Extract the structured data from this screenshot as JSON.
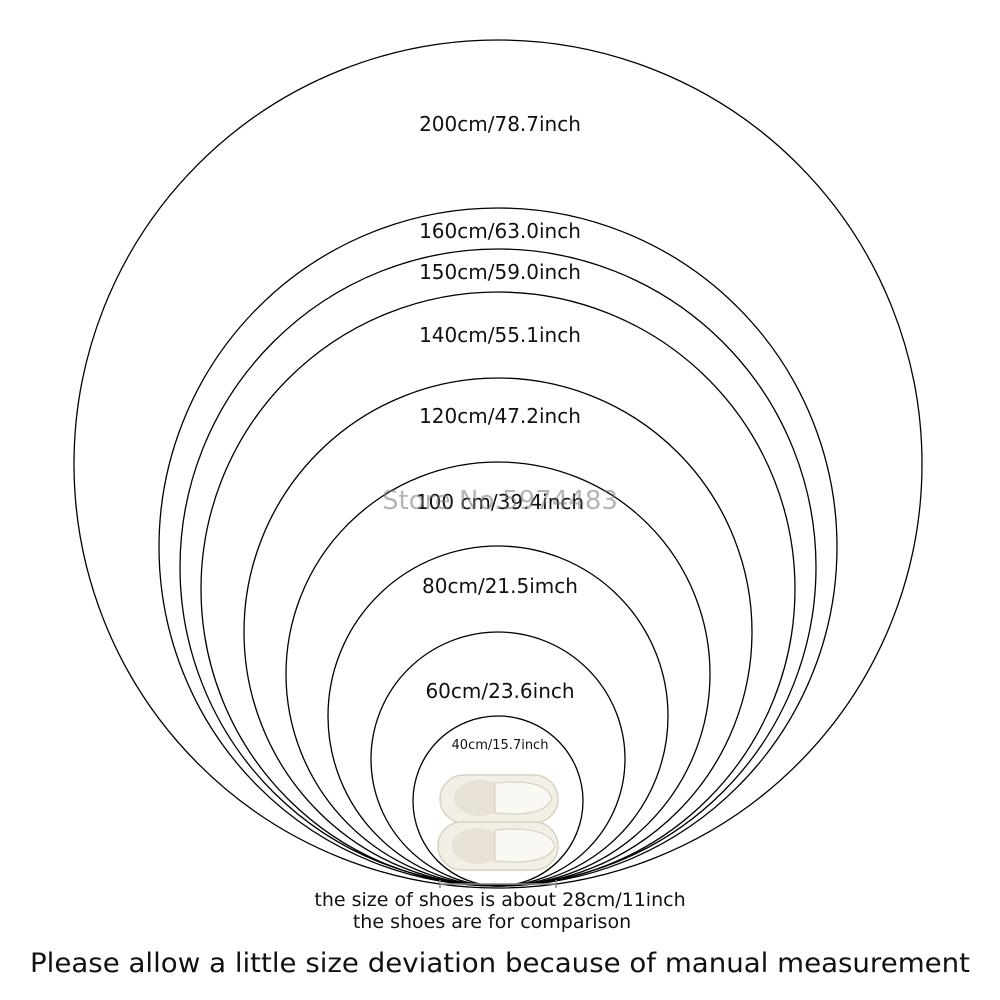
{
  "sizes": [
    {
      "label": "200cm/78.7inch",
      "cm": 200
    },
    {
      "label": "160cm/63.0inch",
      "cm": 160
    },
    {
      "label": "150cm/59.0inch",
      "cm": 150
    },
    {
      "label": "140cm/55.1inch",
      "cm": 140
    },
    {
      "label": "120cm/47.2inch",
      "cm": 120
    },
    {
      "label": "100 cm/39.4inch",
      "cm": 100
    },
    {
      "label": "80cm/21.5imch",
      "cm": 80
    },
    {
      "label": "60cm/23.6inch",
      "cm": 60
    },
    {
      "label": "40cm/15.7inch",
      "cm": 40
    }
  ],
  "watermark": "Store No.5974483",
  "shoe_note": "the size of shoes is about 28cm/11inch",
  "comparison_note": "the shoes are for comparison",
  "footer": "Please allow a little size deviation because of manual measurement",
  "colors": {
    "stroke": "#000000",
    "slipper": "#f3efe6",
    "slipper_shadow": "#d9d2c3"
  }
}
